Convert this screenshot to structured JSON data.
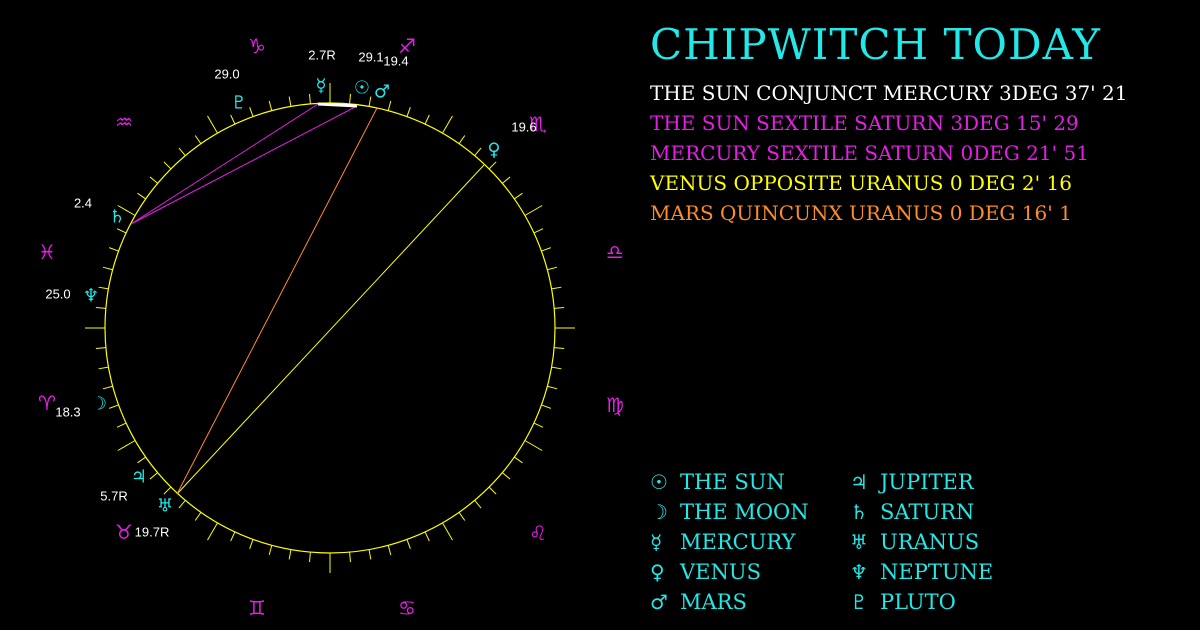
{
  "title": "CHIPWITCH TODAY",
  "aspects": [
    {
      "text": "THE SUN CONJUNCT MERCURY 3DEG 37' 21",
      "color": "#ffffff"
    },
    {
      "text": "THE SUN SEXTILE SATURN 3DEG 15' 29",
      "color": "#e61ee6"
    },
    {
      "text": "MERCURY SEXTILE SATURN 0DEG 21' 51",
      "color": "#e61ee6"
    },
    {
      "text": "VENUS OPPOSITE URANUS 0 DEG 2' 16",
      "color": "#ffff00"
    },
    {
      "text": "MARS QUINCUNX URANUS 0 DEG 16' 1",
      "color": "#ff8c28"
    }
  ],
  "legend": [
    {
      "glyph": "☉",
      "icon": "sun-icon",
      "label": "THE SUN"
    },
    {
      "glyph": "☽",
      "icon": "moon-icon",
      "label": "THE MOON"
    },
    {
      "glyph": "☿",
      "icon": "mercury-icon",
      "label": "MERCURY"
    },
    {
      "glyph": "♀",
      "icon": "venus-icon",
      "label": "VENUS"
    },
    {
      "glyph": "♂",
      "icon": "mars-icon",
      "label": "MARS"
    },
    {
      "glyph": "♃",
      "icon": "jupiter-icon",
      "label": "JUPITER"
    },
    {
      "glyph": "♄",
      "icon": "saturn-icon",
      "label": "SATURN"
    },
    {
      "glyph": "♅",
      "icon": "uranus-icon",
      "label": "URANUS"
    },
    {
      "glyph": "♆",
      "icon": "neptune-icon",
      "label": "NEPTUNE"
    },
    {
      "glyph": "♇",
      "icon": "pluto-icon",
      "label": "PLUTO"
    }
  ],
  "wheel": {
    "zodiac": [
      {
        "sign": "aries",
        "glyph": "♈"
      },
      {
        "sign": "taurus",
        "glyph": "♉"
      },
      {
        "sign": "gemini",
        "glyph": "♊"
      },
      {
        "sign": "cancer",
        "glyph": "♋"
      },
      {
        "sign": "leo",
        "glyph": "♌"
      },
      {
        "sign": "virgo",
        "glyph": "♍"
      },
      {
        "sign": "libra",
        "glyph": "♎"
      },
      {
        "sign": "scorpio",
        "glyph": "♏"
      },
      {
        "sign": "sagittarius",
        "glyph": "♐"
      },
      {
        "sign": "capricorn",
        "glyph": "♑"
      },
      {
        "sign": "aquarius",
        "glyph": "♒"
      },
      {
        "sign": "pisces",
        "glyph": "♓"
      }
    ],
    "planets": [
      {
        "name": "sun",
        "glyph": "☉",
        "degree": "29.1"
      },
      {
        "name": "moon",
        "glyph": "☽",
        "degree": "18.3"
      },
      {
        "name": "mercury",
        "glyph": "☿",
        "degree": "2.7R"
      },
      {
        "name": "venus",
        "glyph": "♀",
        "degree": "19.6"
      },
      {
        "name": "mars",
        "glyph": "♂",
        "degree": "19.4"
      },
      {
        "name": "jupiter",
        "glyph": "♃",
        "degree": "5.7R"
      },
      {
        "name": "saturn",
        "glyph": "♄",
        "degree": "2.4"
      },
      {
        "name": "uranus",
        "glyph": "♅",
        "degree": "19.7R"
      },
      {
        "name": "neptune",
        "glyph": "♆",
        "degree": "25.0"
      },
      {
        "name": "pluto",
        "glyph": "♇",
        "degree": "29.0"
      }
    ],
    "aspect_lines": [
      {
        "from": "sun",
        "to": "saturn",
        "color": "#e61ee6"
      },
      {
        "from": "mercury",
        "to": "saturn",
        "color": "#e61ee6"
      },
      {
        "from": "sun",
        "to": "mercury",
        "color": "#ffffff"
      },
      {
        "from": "venus",
        "to": "uranus",
        "color": "#ffff00"
      },
      {
        "from": "mars",
        "to": "uranus",
        "color": "#ff8c28"
      }
    ],
    "colors": {
      "ring": "#ffff00",
      "zodiac": "#e61ee6",
      "planet": "#22e8e8",
      "degree_label": "#ffffff"
    }
  }
}
